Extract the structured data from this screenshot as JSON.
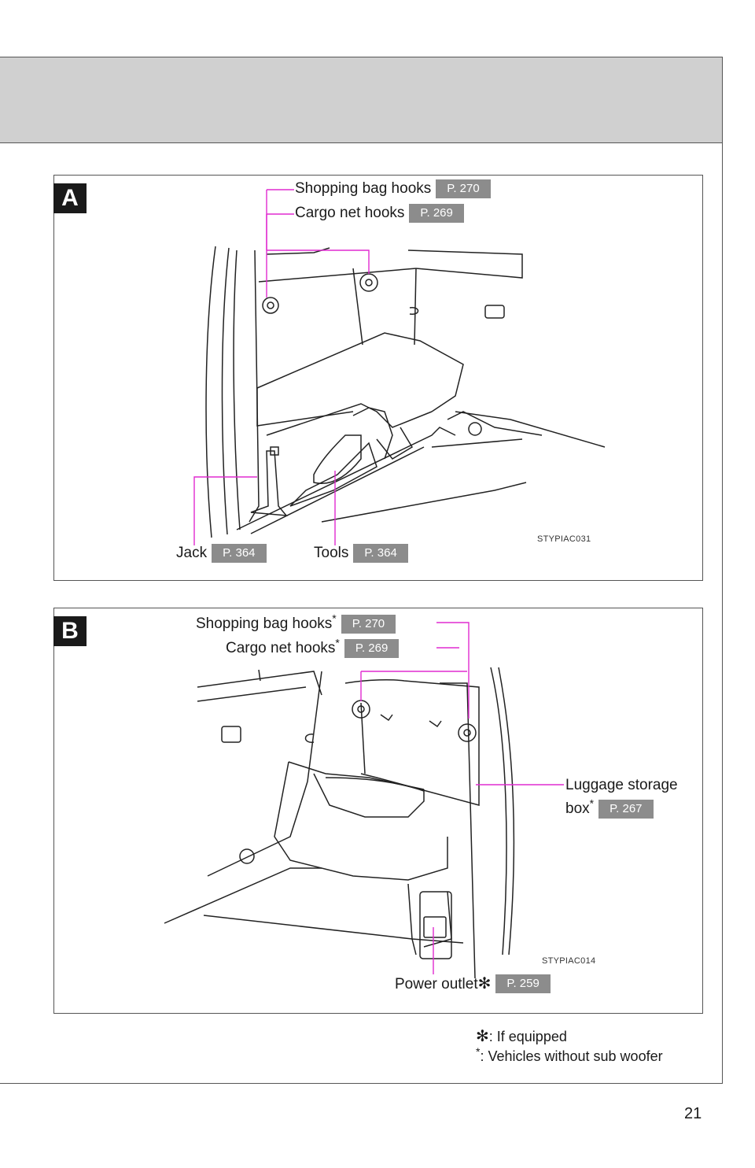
{
  "panel_a": {
    "tag": "A",
    "shopping_bag_hooks": {
      "label": "Shopping bag hooks",
      "page": "P. 270"
    },
    "cargo_net_hooks": {
      "label": "Cargo net hooks",
      "page": "P. 269"
    },
    "jack": {
      "label": "Jack",
      "page": "P. 364"
    },
    "tools": {
      "label": "Tools",
      "page": "P. 364"
    },
    "image_code": "STYPIAC031"
  },
  "panel_b": {
    "tag": "B",
    "shopping_bag_hooks": {
      "label": "Shopping bag hooks",
      "mark": "*",
      "page": "P. 270"
    },
    "cargo_net_hooks": {
      "label": "Cargo net hooks",
      "mark": "*",
      "page": "P. 269"
    },
    "luggage_storage_box": {
      "label_line1": "Luggage storage",
      "label_line2": "box",
      "mark": "*",
      "page": "P. 267"
    },
    "power_outlet": {
      "label": "Power outlet",
      "mark": "✻",
      "page": "P. 259"
    },
    "image_code": "STYPIAC014"
  },
  "footnotes": {
    "if_equipped_mark": "✻",
    "if_equipped": ": If equipped",
    "no_sub_woofer_mark": "*",
    "no_sub_woofer": ": Vehicles without sub woofer"
  },
  "page_number": "21",
  "colors": {
    "leader": "#e02bd0",
    "badge": "#8c8c8c",
    "header_band": "#d0d0d0"
  }
}
